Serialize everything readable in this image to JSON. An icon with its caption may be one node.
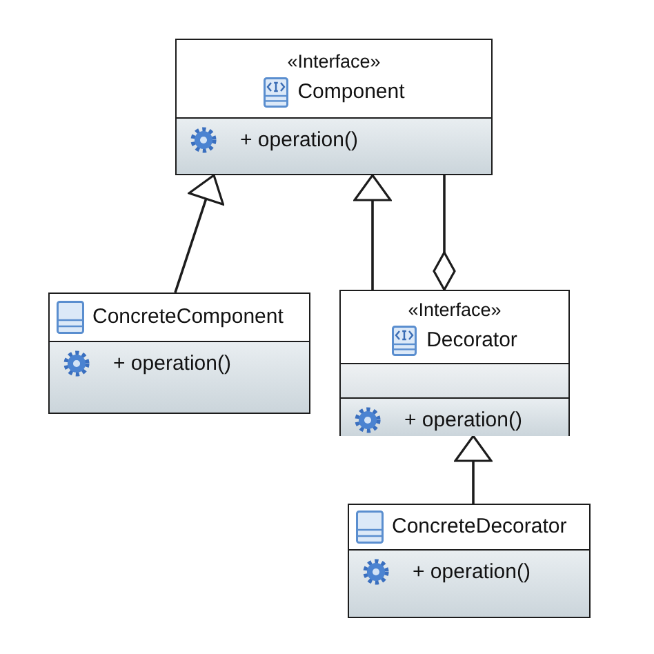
{
  "diagram": {
    "nodes": [
      {
        "text": [
          "«Interface»",
          "Component",
          "+ operation()"
        ]
      },
      {
        "text": [
          "ConcreteComponent",
          "+ operation()"
        ]
      },
      {
        "text": [
          "«Interface»",
          "Decorator",
          "+ operation()"
        ]
      },
      {
        "text": [
          "ConcreteDecorator",
          "+ operation()"
        ]
      }
    ],
    "edges": [
      {
        "from": 1,
        "to": 0,
        "arrow": "to"
      },
      {
        "from": 2,
        "to": 0,
        "arrow": "to"
      },
      {
        "from": 2,
        "to": 0,
        "arrow": "other"
      },
      {
        "from": 3,
        "to": 2,
        "arrow": "to"
      }
    ]
  }
}
